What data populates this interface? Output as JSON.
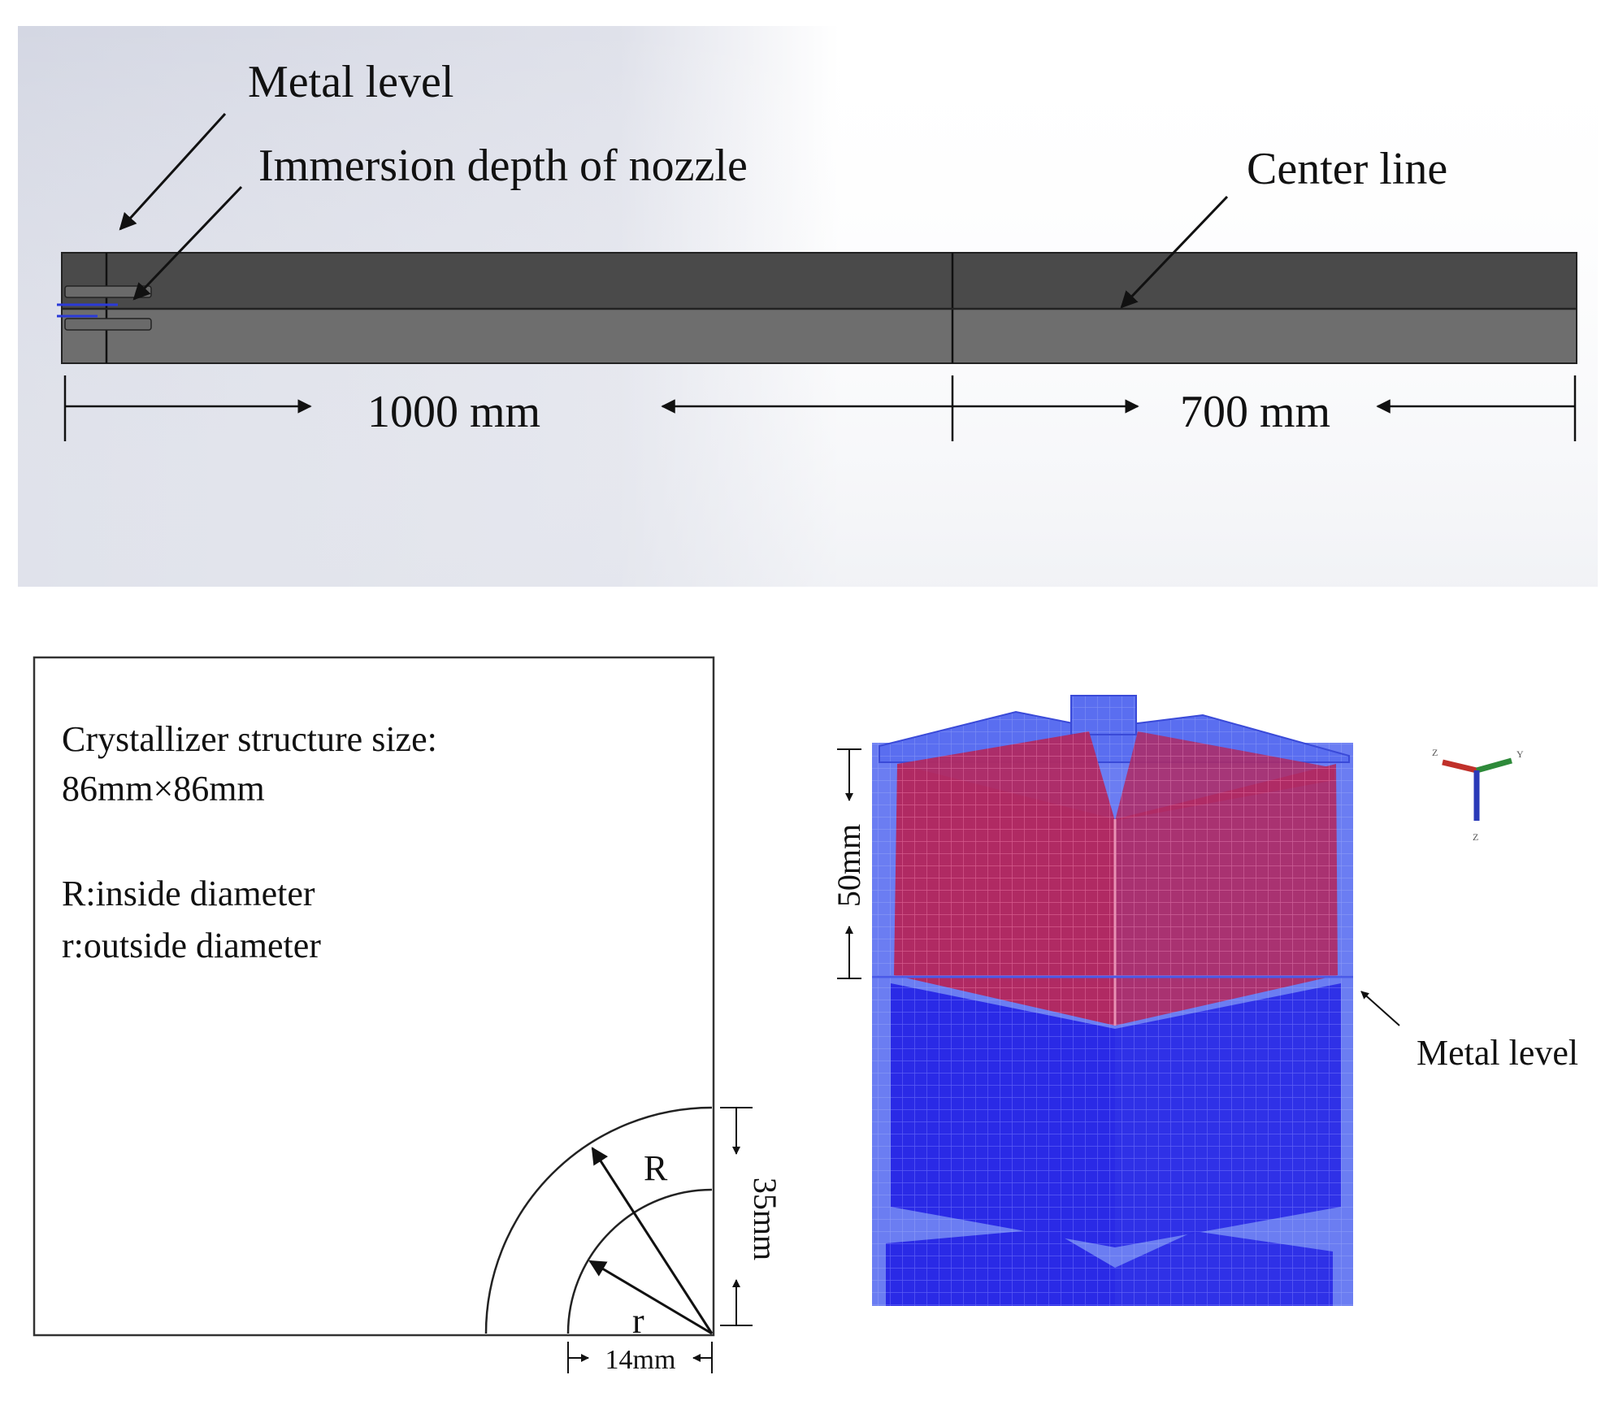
{
  "top_panel": {
    "labels": {
      "metal_level": "Metal level",
      "immersion_depth": "Immersion depth of nozzle",
      "center_line": "Center line"
    },
    "dimensions": {
      "left_length": "1000 mm",
      "right_length": "700 mm"
    }
  },
  "bottom_left_panel": {
    "text_lines": {
      "line1": "Crystallizer structure size:",
      "line2": "86mm×86mm",
      "line3": "R:inside diameter",
      "line4": "r:outside diameter"
    },
    "symbols": {
      "R": "R",
      "r": "r"
    },
    "dimensions": {
      "vertical": "35mm",
      "horizontal": "14mm"
    }
  },
  "bottom_right_panel": {
    "dimension_label": "50mm",
    "metal_level": "Metal level",
    "axis_labels": {
      "z_top": "Z",
      "y": "Y",
      "z_bottom": "Z"
    }
  },
  "colors": {
    "metal_upper": "#b02a63",
    "metal_lower": "#2a2ae6",
    "mould_shell": "#5a6ef0",
    "domain_dark": "#4a4a4a",
    "domain_light": "#6e6e6e"
  }
}
